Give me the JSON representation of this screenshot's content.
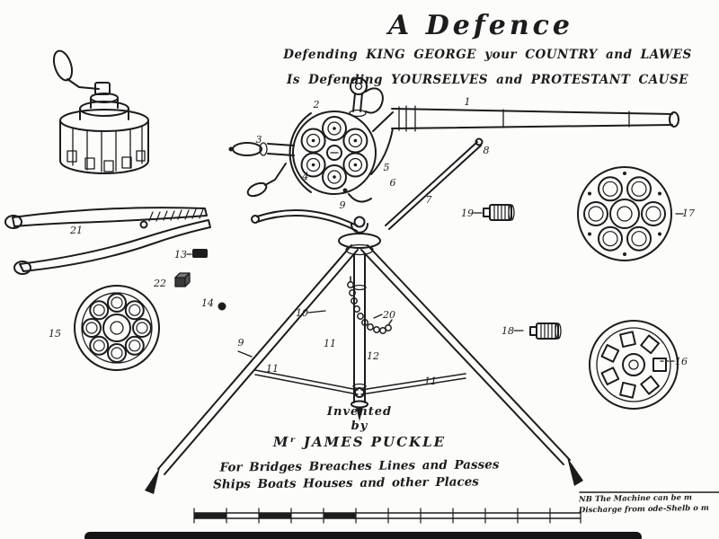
{
  "document": {
    "title": "A Defence",
    "subtitle_line1": "Defending KING GEORGE your COUNTRY and LAWES",
    "subtitle_line2": "Is Defending YOURSELVES and PROTESTANT CAUSE",
    "credit_line1": "Invented",
    "credit_line2": "by",
    "credit_line3": "Mʳ JAMES PUCKLE",
    "caption_line1": "For Bridges Breaches Lines and Passes",
    "caption_line2": "Ships Boats Houses and other Places",
    "note_line1": "NB The Machine can be m",
    "note_line2": "Discharge from ode-Shelb o m"
  },
  "part_labels": [
    "1",
    "2",
    "3",
    "4",
    "5",
    "6",
    "7",
    "8",
    "9",
    "10",
    "11",
    "12",
    "13",
    "14",
    "15",
    "16",
    "17",
    "18",
    "19",
    "20",
    "21",
    "22"
  ],
  "colors": {
    "ink": "#1c1c1c",
    "paper": "#fcfcfa"
  }
}
